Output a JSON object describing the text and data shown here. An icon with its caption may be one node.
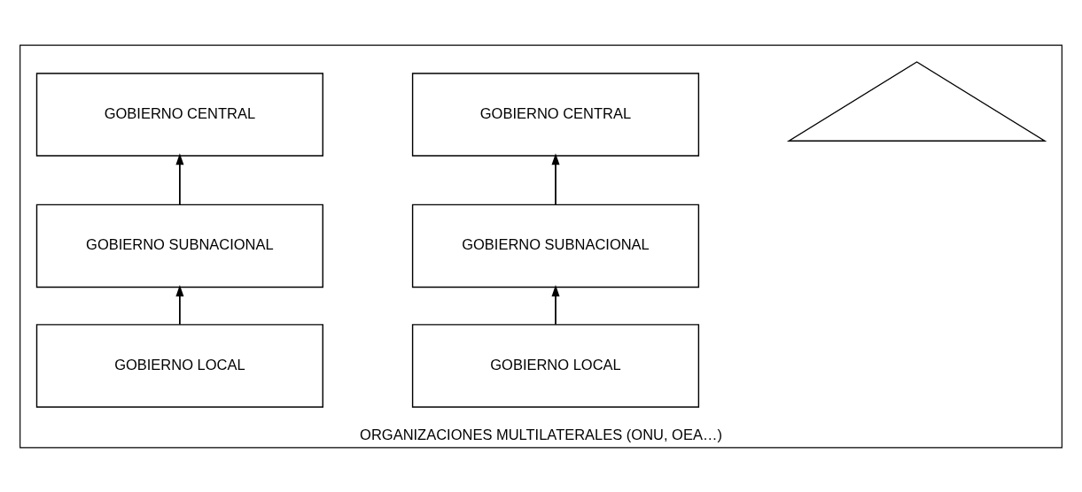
{
  "diagram": {
    "nodes": [
      {
        "text": [
          "ORGANIZACIONES MULTILATERALES (ONU, OEA…)"
        ]
      },
      {
        "text": [
          "GOBIERNO CENTRAL"
        ],
        "in": 0
      },
      {
        "text": [],
        "shape": "triangle",
        "in": 0
      },
      {
        "text": [
          "GOBIERNO CENTRAL"
        ],
        "in": 0
      },
      {
        "text": [
          "GOBIERNO SUBNACIONAL"
        ],
        "in": 0
      },
      {
        "text": [
          "GOBIERNO SUBNACIONAL"
        ],
        "in": 0
      },
      {
        "text": [
          "GOBIERNO LOCAL"
        ],
        "in": 0
      },
      {
        "text": [
          "GOBIERNO LOCAL"
        ],
        "in": 0
      }
    ],
    "edges": [
      {
        "from": 4,
        "to": 1,
        "arrow": "to"
      },
      {
        "from": 6,
        "to": 4,
        "arrow": "to"
      },
      {
        "from": 5,
        "to": 3,
        "arrow": "to"
      },
      {
        "from": 7,
        "to": 5,
        "arrow": "to"
      }
    ]
  }
}
